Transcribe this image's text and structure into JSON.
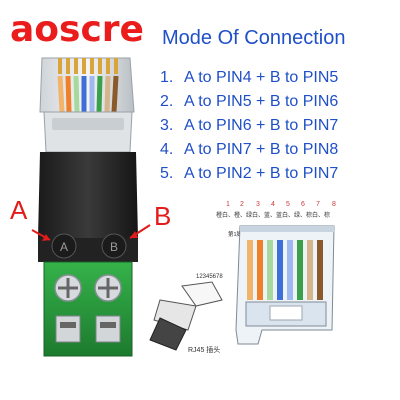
{
  "brand": {
    "text": "aoscre",
    "color": "#ea1c1c"
  },
  "title": "Mode Of Connection",
  "accent_color": "#1f50c8",
  "connections": [
    {
      "num": "1.",
      "text": "A to PIN4 + B to PIN5"
    },
    {
      "num": "2.",
      "text": "A to PIN5 + B to PIN6"
    },
    {
      "num": "3.",
      "text": "A to PIN6 + B to PIN7"
    },
    {
      "num": "4.",
      "text": "A to PIN7 + B to PIN8"
    },
    {
      "num": "5.",
      "text": "A to PIN2 + B to PIN7"
    }
  ],
  "labels": {
    "a": "A",
    "b": "B"
  },
  "terminals": {
    "a": "A",
    "b": "B"
  },
  "pinout": {
    "numbers": [
      "1",
      "2",
      "3",
      "4",
      "5",
      "6",
      "7",
      "8"
    ],
    "colors_text": "橙白、橙、绿白、蓝、蓝白、绿、棕白、棕",
    "pin1_label": "第1脚",
    "plug_pins": "12345678",
    "plug_label": "RJ45 插头"
  }
}
